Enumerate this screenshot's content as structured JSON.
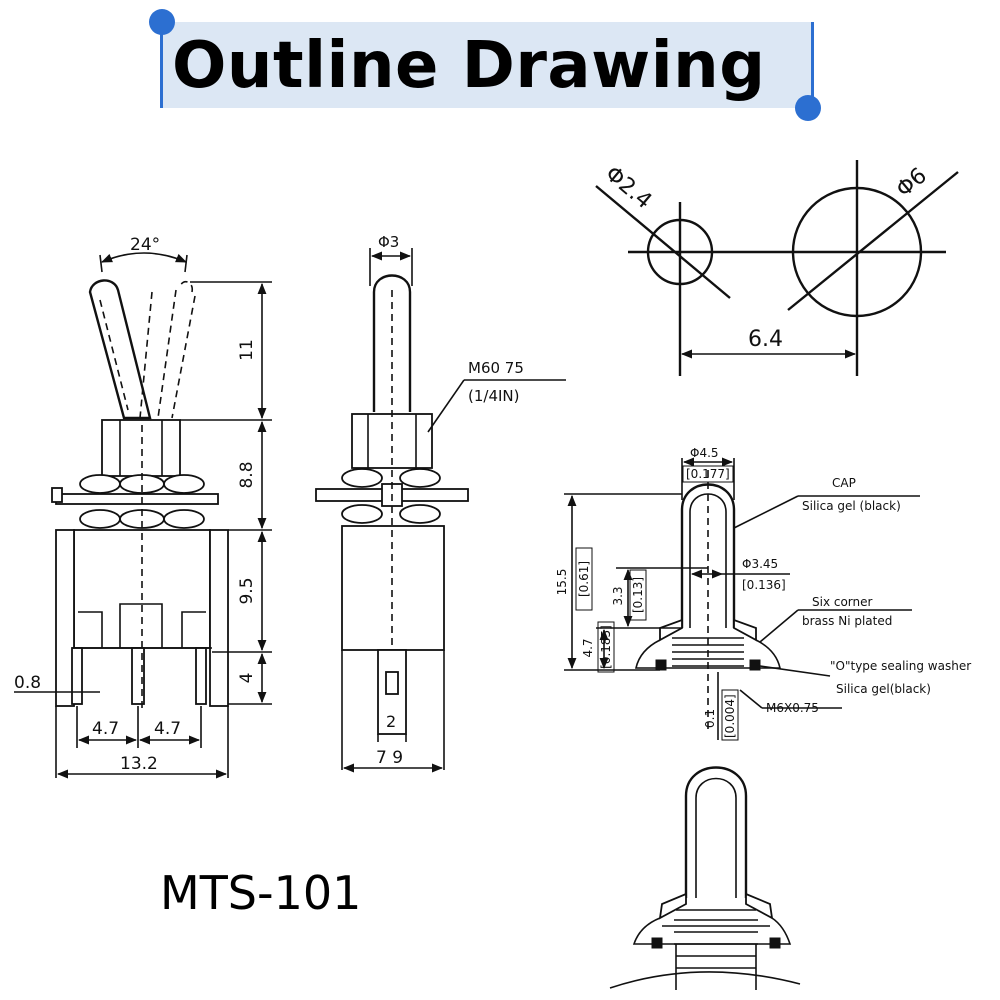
{
  "title": "Outline Drawing",
  "model": "MTS-101",
  "colors": {
    "accent": "#2c6fd1",
    "banner_bg": "#dce7f4",
    "ink": "#111111"
  },
  "front_view": {
    "angle": "24°",
    "lever_height": "11",
    "bushing_height": "8.8",
    "body_height": "9.5",
    "terminal_height": "4",
    "terminal_thickness": "0.8",
    "pitch_left": "4.7",
    "pitch_right": "4.7",
    "body_width": "13.2"
  },
  "side_view": {
    "lever_diameter": "Φ3",
    "thread_label": "M60 75",
    "thread_label_inch": "(1/4IN)",
    "terminal_width": "2",
    "body_width": "7 9"
  },
  "panel_cutout": {
    "small_hole": "Φ2.4",
    "large_hole": "Φ6",
    "spacing": "6.4"
  },
  "cap_section": {
    "top_diameter": "Φ4.5",
    "top_diameter_inch": "[0.177]",
    "cap_label": "CAP",
    "cap_material": "Silica gel (black)",
    "inner_diameter": "Φ3.45",
    "inner_diameter_inch": "[0.136]",
    "total_height": "15.5",
    "total_height_inch": "[0.61]",
    "mid_height": "3.3",
    "mid_height_inch": "[0.13]",
    "base_height": "4.7",
    "base_height_inch": "[0.185]",
    "nut_label": "Six corner",
    "nut_material": "brass Ni plated",
    "washer_label": "\"O\"type sealing washer",
    "washer_material": "Silica gel(black)",
    "washer_thickness": "0.1",
    "washer_thickness_inch": "[0.004]",
    "thread_spec": "M6X0.75"
  }
}
